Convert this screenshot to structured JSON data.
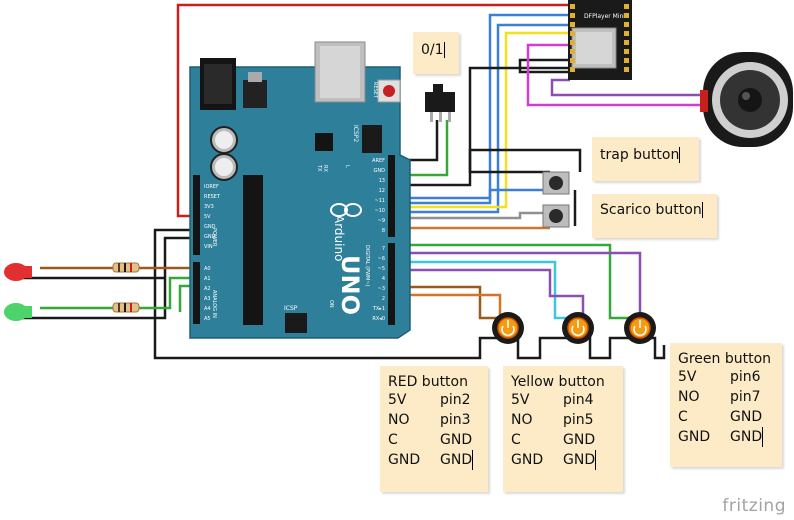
{
  "board": {
    "name": "Arduino",
    "model": "UNO",
    "reset_label": "RESET",
    "icsp2_label": "ICSP2",
    "icsp_label": "ICSP",
    "tx_label": "TX",
    "rx_label": "RX",
    "on_label": "ON",
    "l_label": "L",
    "power_header": [
      "IOREF",
      "RESET",
      "3V3",
      "5V",
      "GND",
      "GND",
      "VIN"
    ],
    "analog_header": [
      "A0",
      "A1",
      "A2",
      "A3",
      "A4",
      "A5"
    ],
    "digital_header_top": [
      "AREF",
      "GND",
      "13",
      "12",
      "~11",
      "~10",
      "~9",
      "8"
    ],
    "digital_header_bottom": [
      "7",
      "~6",
      "~5",
      "4",
      "~3",
      "2",
      "TX▸1",
      "RX◂0"
    ],
    "power_title": "POWER",
    "analog_title": "ANALOG IN",
    "digital_title": "DIGITAL (PWM~)"
  },
  "dfplayer": {
    "label": "DFPlayer Mini"
  },
  "notes": {
    "switch": "0/1",
    "trap": "trap button",
    "scarico": "Scarico button",
    "red": {
      "title": "RED button",
      "rows": [
        [
          "5V",
          "pin2"
        ],
        [
          "NO",
          "pin3"
        ],
        [
          "C",
          "GND"
        ],
        [
          "GND",
          "GND"
        ]
      ]
    },
    "yellow": {
      "title": "Yellow button",
      "rows": [
        [
          "5V",
          "pin4"
        ],
        [
          "NO",
          "pin5"
        ],
        [
          "C",
          "GND"
        ],
        [
          "GND",
          "GND"
        ]
      ]
    },
    "green": {
      "title": "Green button",
      "rows": [
        [
          "5V",
          "pin6"
        ],
        [
          "NO",
          "pin7"
        ],
        [
          "C",
          "GND"
        ],
        [
          "GND",
          "GND"
        ]
      ]
    }
  },
  "brand": "fritzing",
  "colors": {
    "board": "#2e7f9a",
    "wire_red": "#c8201d",
    "wire_black": "#1a1a1a",
    "wire_green": "#36a83a",
    "wire_yellow": "#f2e21c",
    "wire_blue": "#3c7fd6",
    "wire_magenta": "#d43bd0",
    "wire_gray": "#909090",
    "wire_orange": "#d4732a",
    "wire_cyan": "#3dc8d8",
    "wire_purple": "#8a4fb0",
    "wire_brown": "#9a5a1e",
    "note": "#fcebc6"
  }
}
